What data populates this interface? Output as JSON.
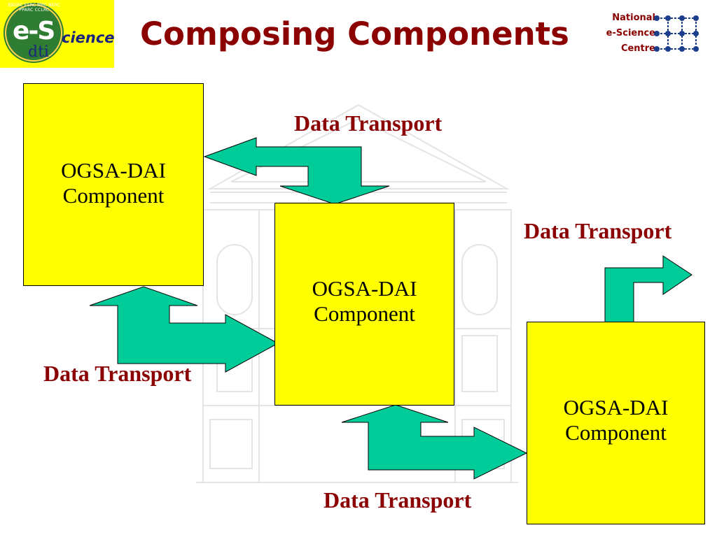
{
  "slide": {
    "title": "Composing Components"
  },
  "logos": {
    "left": {
      "ring_text": "BBSRC ESRC MRC NERC PPARC CCLRC",
      "es": "e-S",
      "science": "cience",
      "dti": "dti",
      "colors": {
        "background": "#ffff00",
        "circle": "#2e7d32",
        "text": "#1a237e"
      }
    },
    "right": {
      "line1": "National",
      "line2": "e-Science",
      "line3": "Centre",
      "colors": {
        "text": "#8b0000",
        "node": "#1a3e8c"
      }
    }
  },
  "components": [
    {
      "label_line1": "OGSA-DAI",
      "label_line2": "Component"
    },
    {
      "label_line1": "OGSA-DAI",
      "label_line2": "Component"
    },
    {
      "label_line1": "OGSA-DAI",
      "label_line2": "Component"
    }
  ],
  "transports": [
    {
      "label": "Data Transport"
    },
    {
      "label": "Data Transport"
    },
    {
      "label": "Data Transport"
    },
    {
      "label": "Data Transport"
    }
  ],
  "colors": {
    "title": "#8b0000",
    "box_fill": "#ffff00",
    "arrow_fill": "#00cc99",
    "label": "#8b0000"
  }
}
